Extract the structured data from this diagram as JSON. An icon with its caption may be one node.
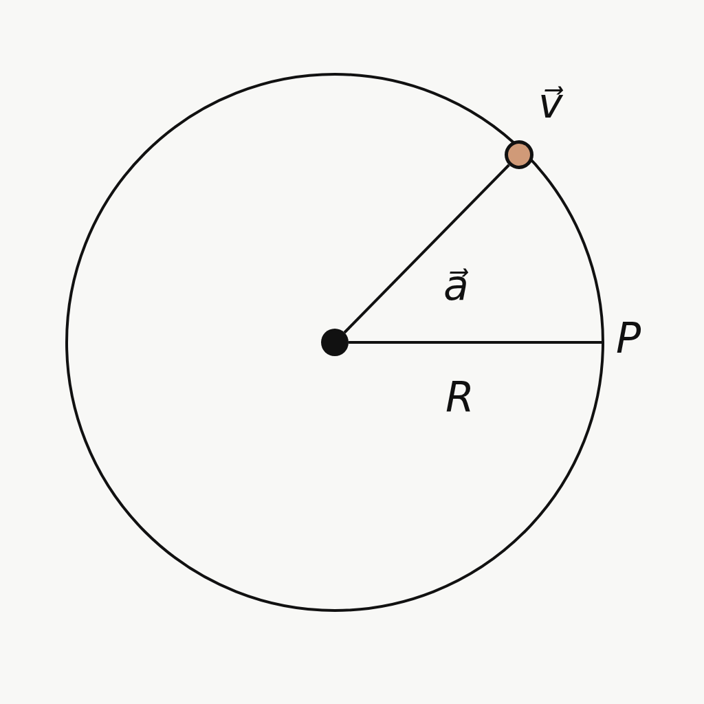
{
  "diagram": {
    "nodes": [
      {
        "text": [],
        "shape": "circle"
      },
      {
        "text": [],
        "shape": "circle",
        "beside": [
          "v⃗"
        ]
      },
      {
        "text": [
          "P"
        ]
      }
    ],
    "edges": [
      {
        "from": 0,
        "to": 1,
        "arrow": "none"
      },
      {
        "from": 0,
        "to": 2,
        "arrow": "none",
        "label": "R"
      }
    ],
    "labels": [
      "a⃗"
    ]
  }
}
